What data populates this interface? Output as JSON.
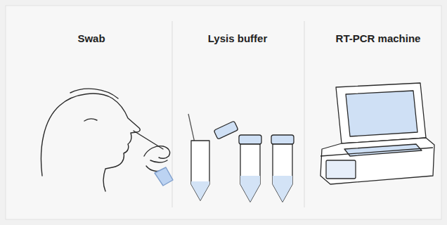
{
  "diagram": {
    "labels": [
      "Swab",
      "Lysis buffer",
      "RT-PCR machine"
    ]
  }
}
